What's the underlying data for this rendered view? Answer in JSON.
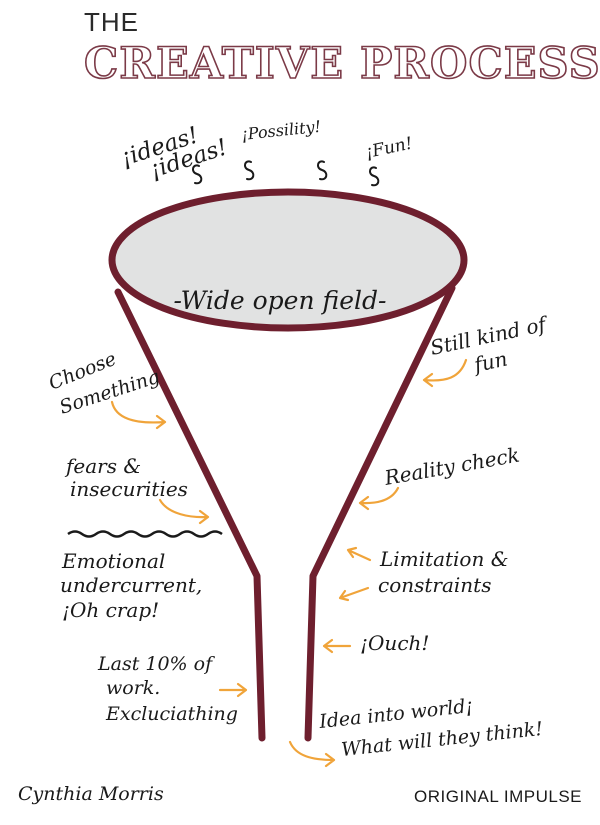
{
  "title": {
    "the": "THE",
    "main": "CREATIVE PROCESS"
  },
  "funnel": {
    "rim_label": "-Wide open field-",
    "above": {
      "ideas_1": "¡ideas!",
      "ideas_2": "¡ideas!",
      "possibility": "¡Possility!",
      "fun": "¡Fun!"
    }
  },
  "left_notes": {
    "choose_1": "Choose",
    "choose_2": "Something",
    "fears_1": "fears &",
    "fears_2": "insecurities",
    "emotional_1": "Emotional",
    "emotional_2": "undercurrent,",
    "emotional_3": "¡Oh crap!",
    "last_1": "Last 10% of",
    "last_2": "work.",
    "last_3": "Excluciathing"
  },
  "right_notes": {
    "still_1": "Still kind of",
    "still_2": "fun",
    "reality": "Reality check",
    "limitation_1": "Limitation &",
    "limitation_2": "constraints",
    "ouch": "¡Ouch!",
    "idea_1": "Idea into world¡",
    "idea_2": "What will they think!"
  },
  "footer": {
    "author": "Cynthia Morris",
    "brand": "ORIGINAL IMPULSE"
  },
  "colors": {
    "funnel": "#6e1f2e",
    "rim_fill": "#e1e2e2",
    "arrows": "#f0a43a",
    "title_outline": "#7b3a47"
  }
}
